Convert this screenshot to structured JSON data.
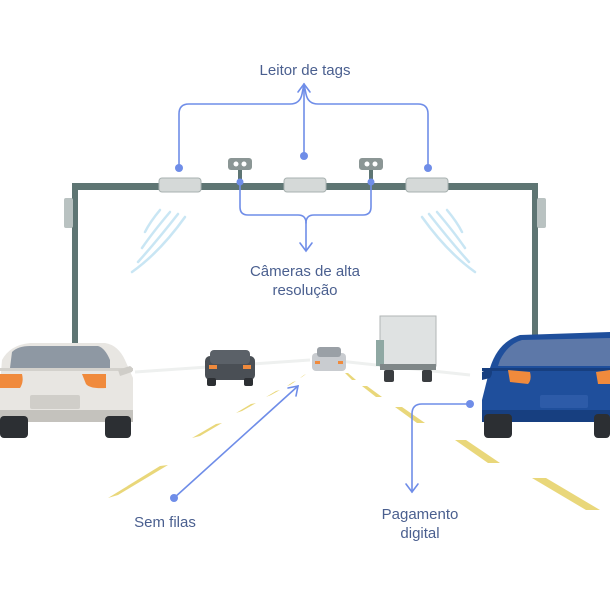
{
  "labels": {
    "tag_reader": "Leitor de tags",
    "cameras_line1": "Câmeras de alta",
    "cameras_line2": "resolução",
    "no_queues": "Sem filas",
    "payment_line1": "Pagamento",
    "payment_line2": "digital"
  },
  "colors": {
    "callout": "#6f8de8",
    "text": "#4a5f8f",
    "gantry": "#5e7573",
    "lane_marking": "#e9d77a",
    "car_white": "#e8e6e2",
    "car_blue": "#1f4f9c",
    "taillight": "#f08a3c"
  }
}
